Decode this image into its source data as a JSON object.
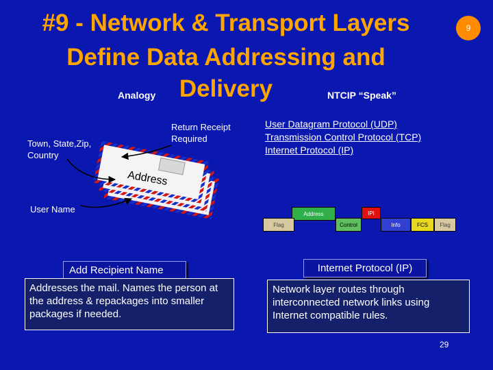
{
  "slide": {
    "title_line1": "#9 - Network & Transport Layers",
    "title_line2": "Define Data Addressing and",
    "title_line3": "Delivery",
    "analogy_label": "Analogy",
    "ntcip_label": "NTCIP “Speak”",
    "slide_badge": "9",
    "page_number": "29"
  },
  "analogy": {
    "return_receipt": "Return Receipt Required",
    "town_state": "Town, State,Zip, Country",
    "address_word": "Address",
    "user_name": "User Name",
    "header": "Add Recipient Name",
    "description": "Addresses the mail.  Names the person at the address & repackages into smaller packages if needed."
  },
  "ntcip": {
    "protocols": [
      "User Datagram Protocol (UDP)",
      "Transmission Control Protocol (TCP)",
      "Internet Protocol (IP)"
    ],
    "frame": {
      "address": "Address",
      "ipi": "IPI",
      "flag_left": "Flag",
      "control": "Control",
      "info": "Info",
      "fcs": "FCS",
      "flag_right": "Flag"
    },
    "header": "Internet Protocol (IP)",
    "description": "Network layer routes through interconnected network links using Internet compatible rules."
  },
  "colors": {
    "background": "#0a18b0",
    "title": "#ffa500",
    "badge": "#ff8c00",
    "flag_cell": "#d8c8a0",
    "address_cell": "#2fae4a",
    "ipi_cell": "#e01010",
    "control_cell": "#5fbf5f",
    "info_cell": "#3040d0",
    "fcs_cell": "#e8d820"
  }
}
